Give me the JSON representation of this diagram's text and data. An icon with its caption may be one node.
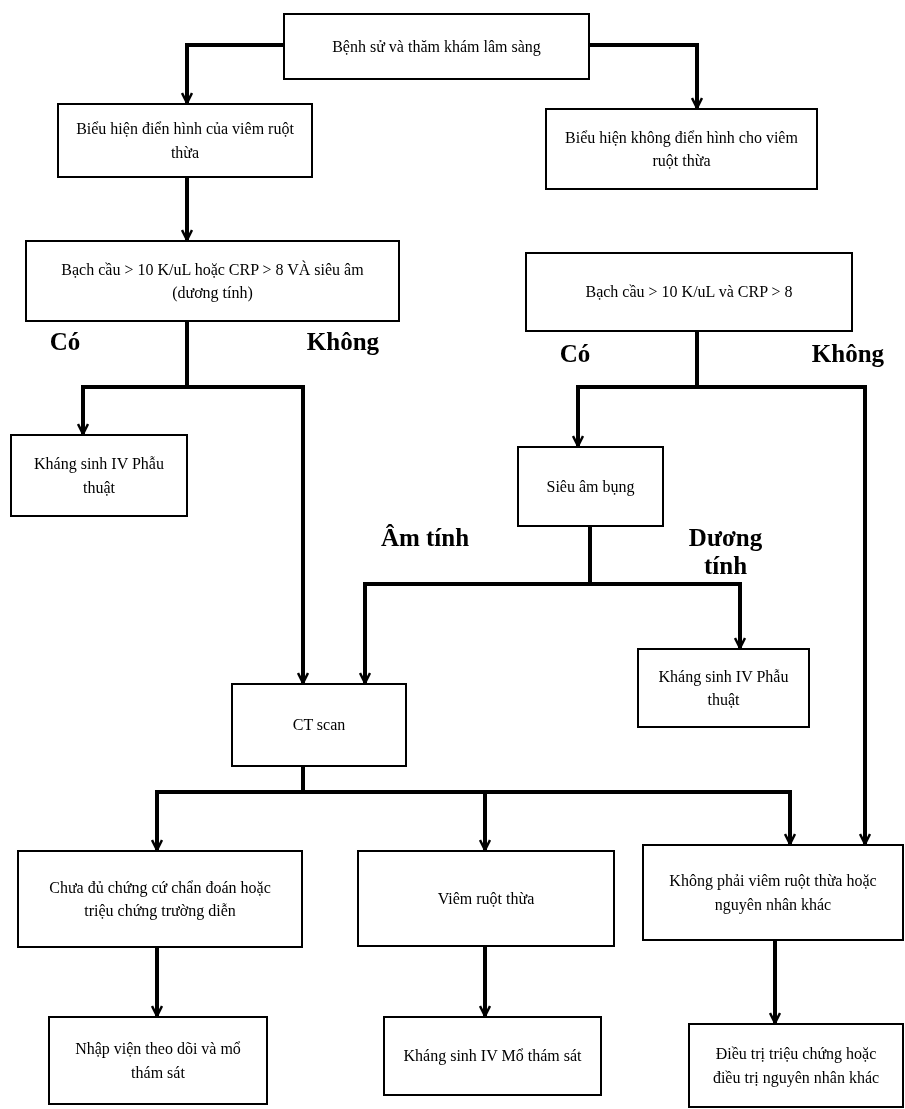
{
  "diagram": {
    "nodes": [
      {
        "text": [
          "Bệnh sử và thăm khám lâm sàng"
        ]
      },
      {
        "text": [
          "Biểu hiện điển hình của viêm ruột thừa"
        ]
      },
      {
        "text": [
          "Biểu hiện không điển hình cho viêm ruột thừa"
        ]
      },
      {
        "text": [
          "Bạch cầu > 10 K/uL hoặc CRP > 8 VÀ siêu âm (dương tính)"
        ]
      },
      {
        "text": [
          "Bạch cầu > 10 K/uL và CRP > 8"
        ]
      },
      {
        "text": [
          "Kháng sinh IV Phẫu thuật"
        ]
      },
      {
        "text": [
          "Siêu âm bụng"
        ]
      },
      {
        "text": [
          "Kháng sinh IV Phẫu thuật"
        ]
      },
      {
        "text": [
          "CT scan"
        ]
      },
      {
        "text": [
          "Chưa đủ chứng cứ chẩn đoán hoặc triệu chứng trường diễn"
        ]
      },
      {
        "text": [
          "Viêm ruột thừa"
        ]
      },
      {
        "text": [
          "Không phải viêm ruột thừa hoặc nguyên nhân khác"
        ]
      },
      {
        "text": [
          "Nhập viện theo dõi và mổ thám sát"
        ]
      },
      {
        "text": [
          "Kháng sinh IV Mổ thám sát"
        ]
      },
      {
        "text": [
          "Điều trị triệu chứng hoặc điều trị nguyên nhân khác"
        ]
      }
    ],
    "edges": [
      {
        "from": 0,
        "to": 1,
        "arrow": "to"
      },
      {
        "from": 0,
        "to": 2,
        "arrow": "to"
      },
      {
        "from": 1,
        "to": 3,
        "arrow": "to"
      },
      {
        "from": 3,
        "to": 5,
        "arrow": "to",
        "label": "Có"
      },
      {
        "from": 3,
        "to": 8,
        "arrow": "to",
        "label": "Không"
      },
      {
        "from": 4,
        "to": 6,
        "arrow": "to",
        "label": "Có"
      },
      {
        "from": 4,
        "to": 11,
        "arrow": "to",
        "label": "Không"
      },
      {
        "from": 6,
        "to": 8,
        "arrow": "to",
        "label": "Âm tính"
      },
      {
        "from": 6,
        "to": 7,
        "arrow": "to",
        "label": "Dương tính"
      },
      {
        "from": 8,
        "to": 9,
        "arrow": "to"
      },
      {
        "from": 8,
        "to": 10,
        "arrow": "to"
      },
      {
        "from": 8,
        "to": 11,
        "arrow": "to"
      },
      {
        "from": 9,
        "to": 12,
        "arrow": "to"
      },
      {
        "from": 10,
        "to": 13,
        "arrow": "to"
      },
      {
        "from": 11,
        "to": 14,
        "arrow": "to"
      }
    ]
  }
}
